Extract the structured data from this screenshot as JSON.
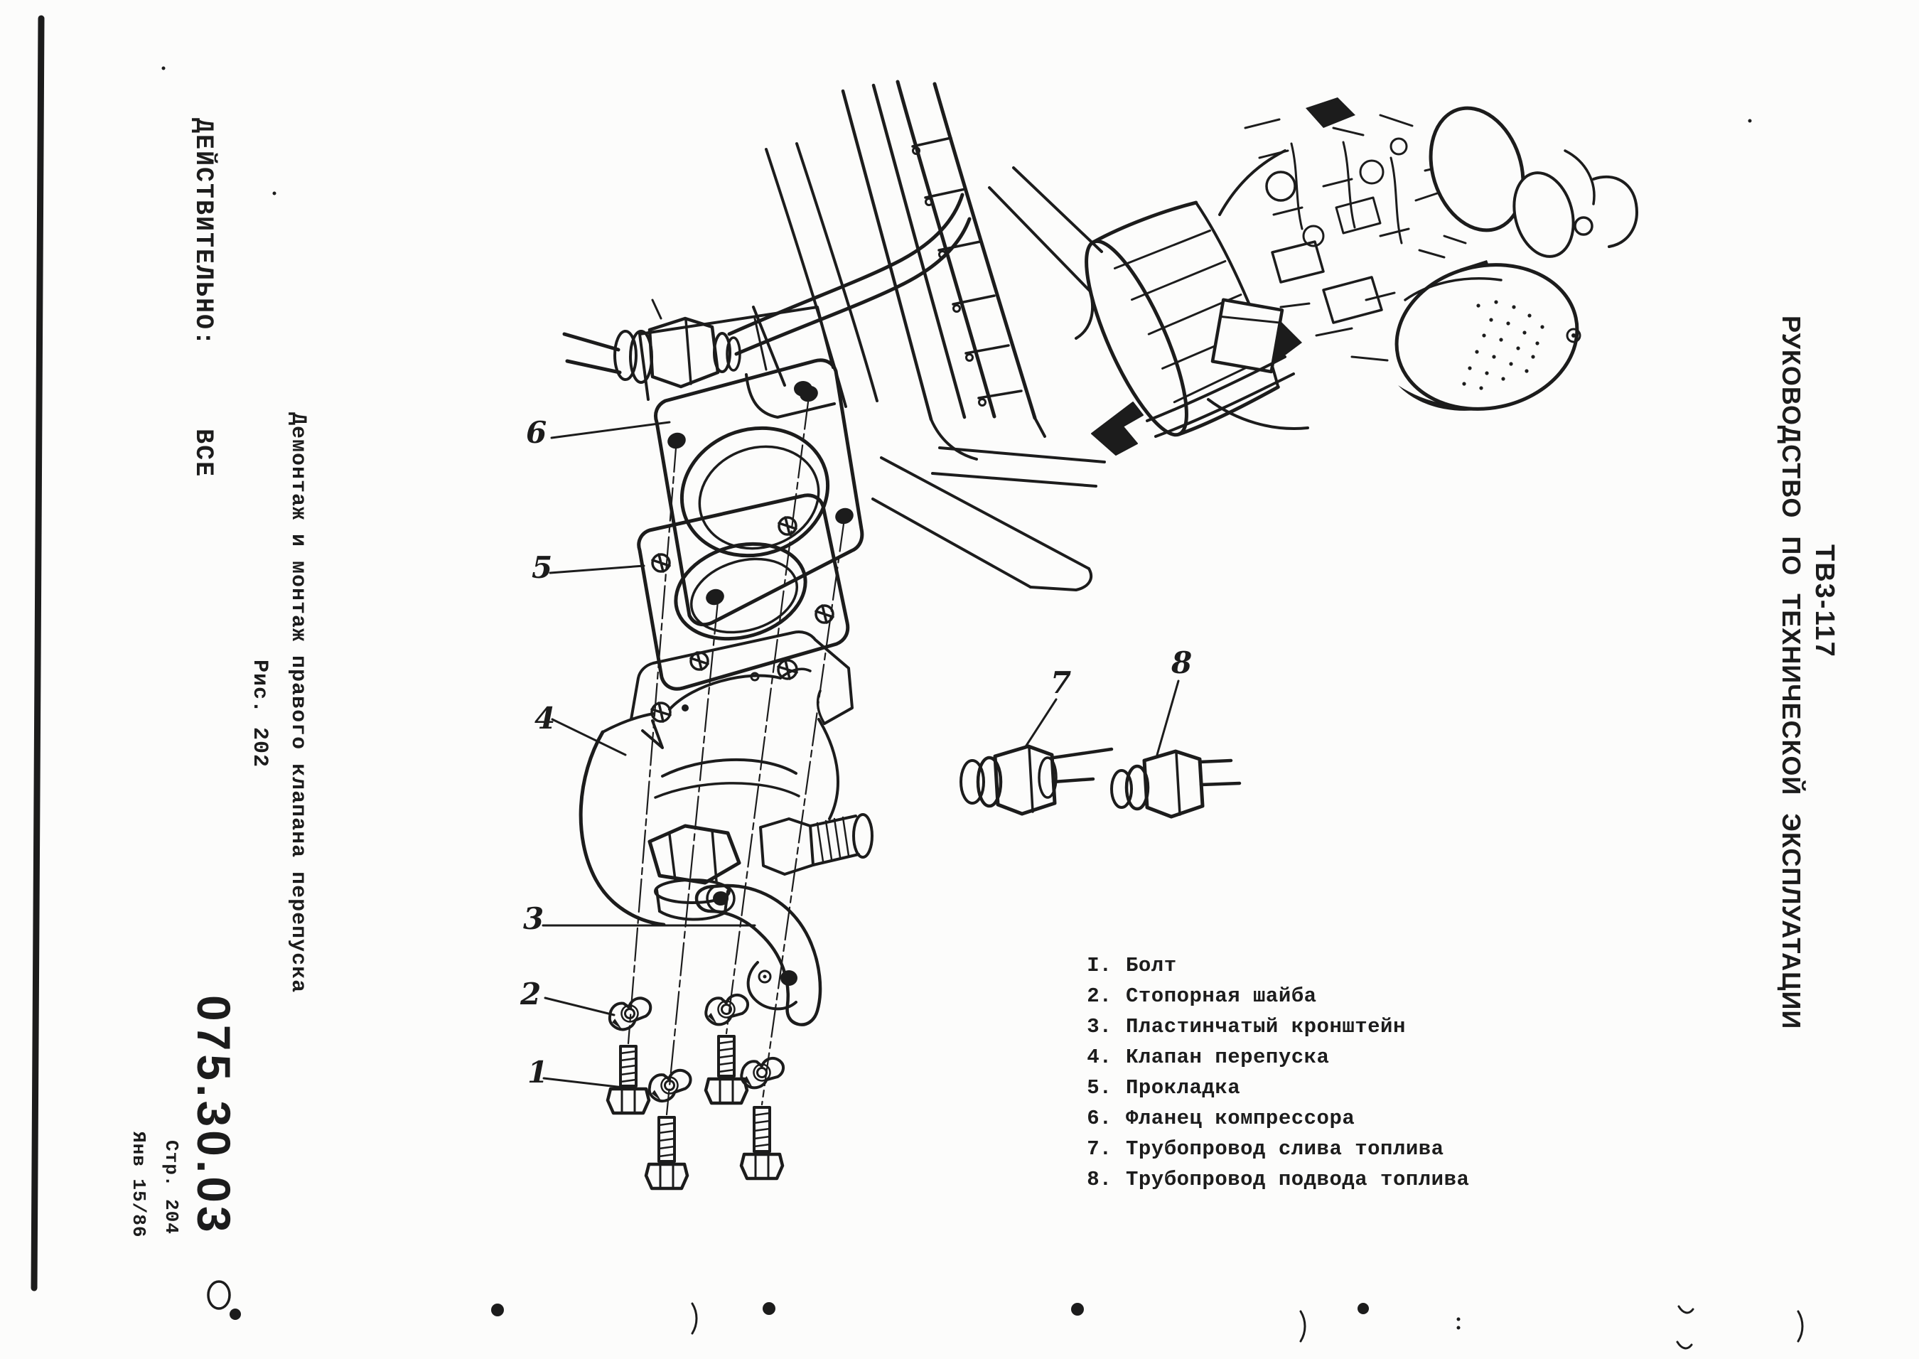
{
  "page": {
    "ink_color": "#1c1c1c",
    "paper_color": "#fcfcfb"
  },
  "left_margin": {
    "validity_note": "ДЕЙСТВИТЕЛЬНО:     ВСЕ",
    "figure_caption": "Демонтаж и монтаж правого клапана перепуска",
    "figure_ref": "Рис. 202",
    "doc_number": "075.30.03",
    "page_ref": "Стр. 204",
    "revision_date": "Янв 15/86"
  },
  "right_margin": {
    "model_code": "ТВ3-117",
    "manual_title": "РУКОВОДСТВО ПО ТЕХНИЧЕСКОЙ ЭКСПЛУАТАЦИИ"
  },
  "legend": {
    "items": [
      {
        "num": "I.",
        "text": "Болт"
      },
      {
        "num": "2.",
        "text": "Стопорная шайба"
      },
      {
        "num": "3.",
        "text": "Пластинчатый кронштейн"
      },
      {
        "num": "4.",
        "text": "Клапан перепуска"
      },
      {
        "num": "5.",
        "text": "Прокладка"
      },
      {
        "num": "6.",
        "text": "Фланец компрессора"
      },
      {
        "num": "7.",
        "text": "Трубопровод слива топлива"
      },
      {
        "num": "8.",
        "text": "Трубопровод подвода топлива"
      }
    ]
  },
  "callouts": [
    {
      "label": "1"
    },
    {
      "label": "2"
    },
    {
      "label": "3"
    },
    {
      "label": "4"
    },
    {
      "label": "5"
    },
    {
      "label": "6"
    },
    {
      "label": "7"
    },
    {
      "label": "8"
    }
  ]
}
